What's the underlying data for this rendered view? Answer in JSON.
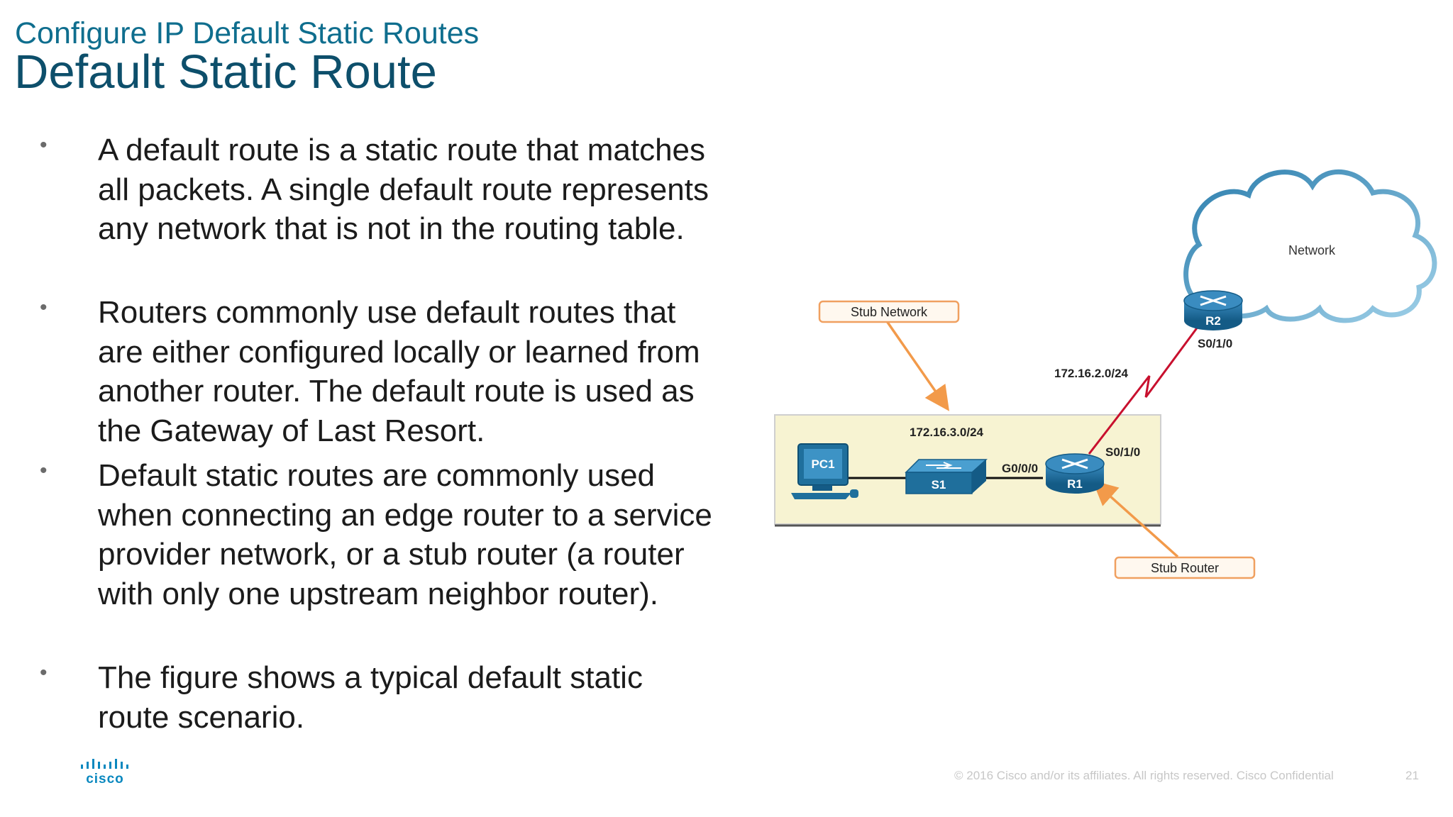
{
  "header": {
    "subtitle": "Configure IP Default Static Routes",
    "title": "Default Static Route"
  },
  "bullets": [
    "A default route is a static route that matches all packets. A single default route represents any network that is not in the routing table.",
    "Routers commonly use default routes that are either configured locally or learned from another router. The default route is used as the Gateway of Last Resort.",
    "Default static routes are commonly used when connecting an edge router to a service provider network, or a stub router (a router with only one upstream neighbor router).",
    "The figure shows a typical default static route scenario."
  ],
  "diagram": {
    "cloud_label": "Network",
    "r2_label": "R2",
    "r2_interface": "S0/1/0",
    "wan_network": "172.16.2.0/24",
    "lan_network": "172.16.3.0/24",
    "r1_label": "R1",
    "r1_serial": "S0/1/0",
    "r1_gig": "G0/0/0",
    "switch_label": "S1",
    "pc_label": "PC1",
    "callout_stub_network": "Stub Network",
    "callout_stub_router": "Stub Router"
  },
  "logo": {
    "text": "cisco"
  },
  "footer": {
    "copyright": "© 2016  Cisco and/or its affiliates. All rights reserved.   Cisco Confidential",
    "page_number": "21"
  },
  "colors": {
    "title": "#0d4f6b",
    "subtitle": "#0f6e8e",
    "callout_border": "#f0a060",
    "callout_arrow": "#f29a4a",
    "stub_area_fill": "#f7f3d2",
    "serial_link": "#c8102e",
    "device_blue": "#1f6f9c",
    "cisco_logo": "#0a88bf"
  }
}
